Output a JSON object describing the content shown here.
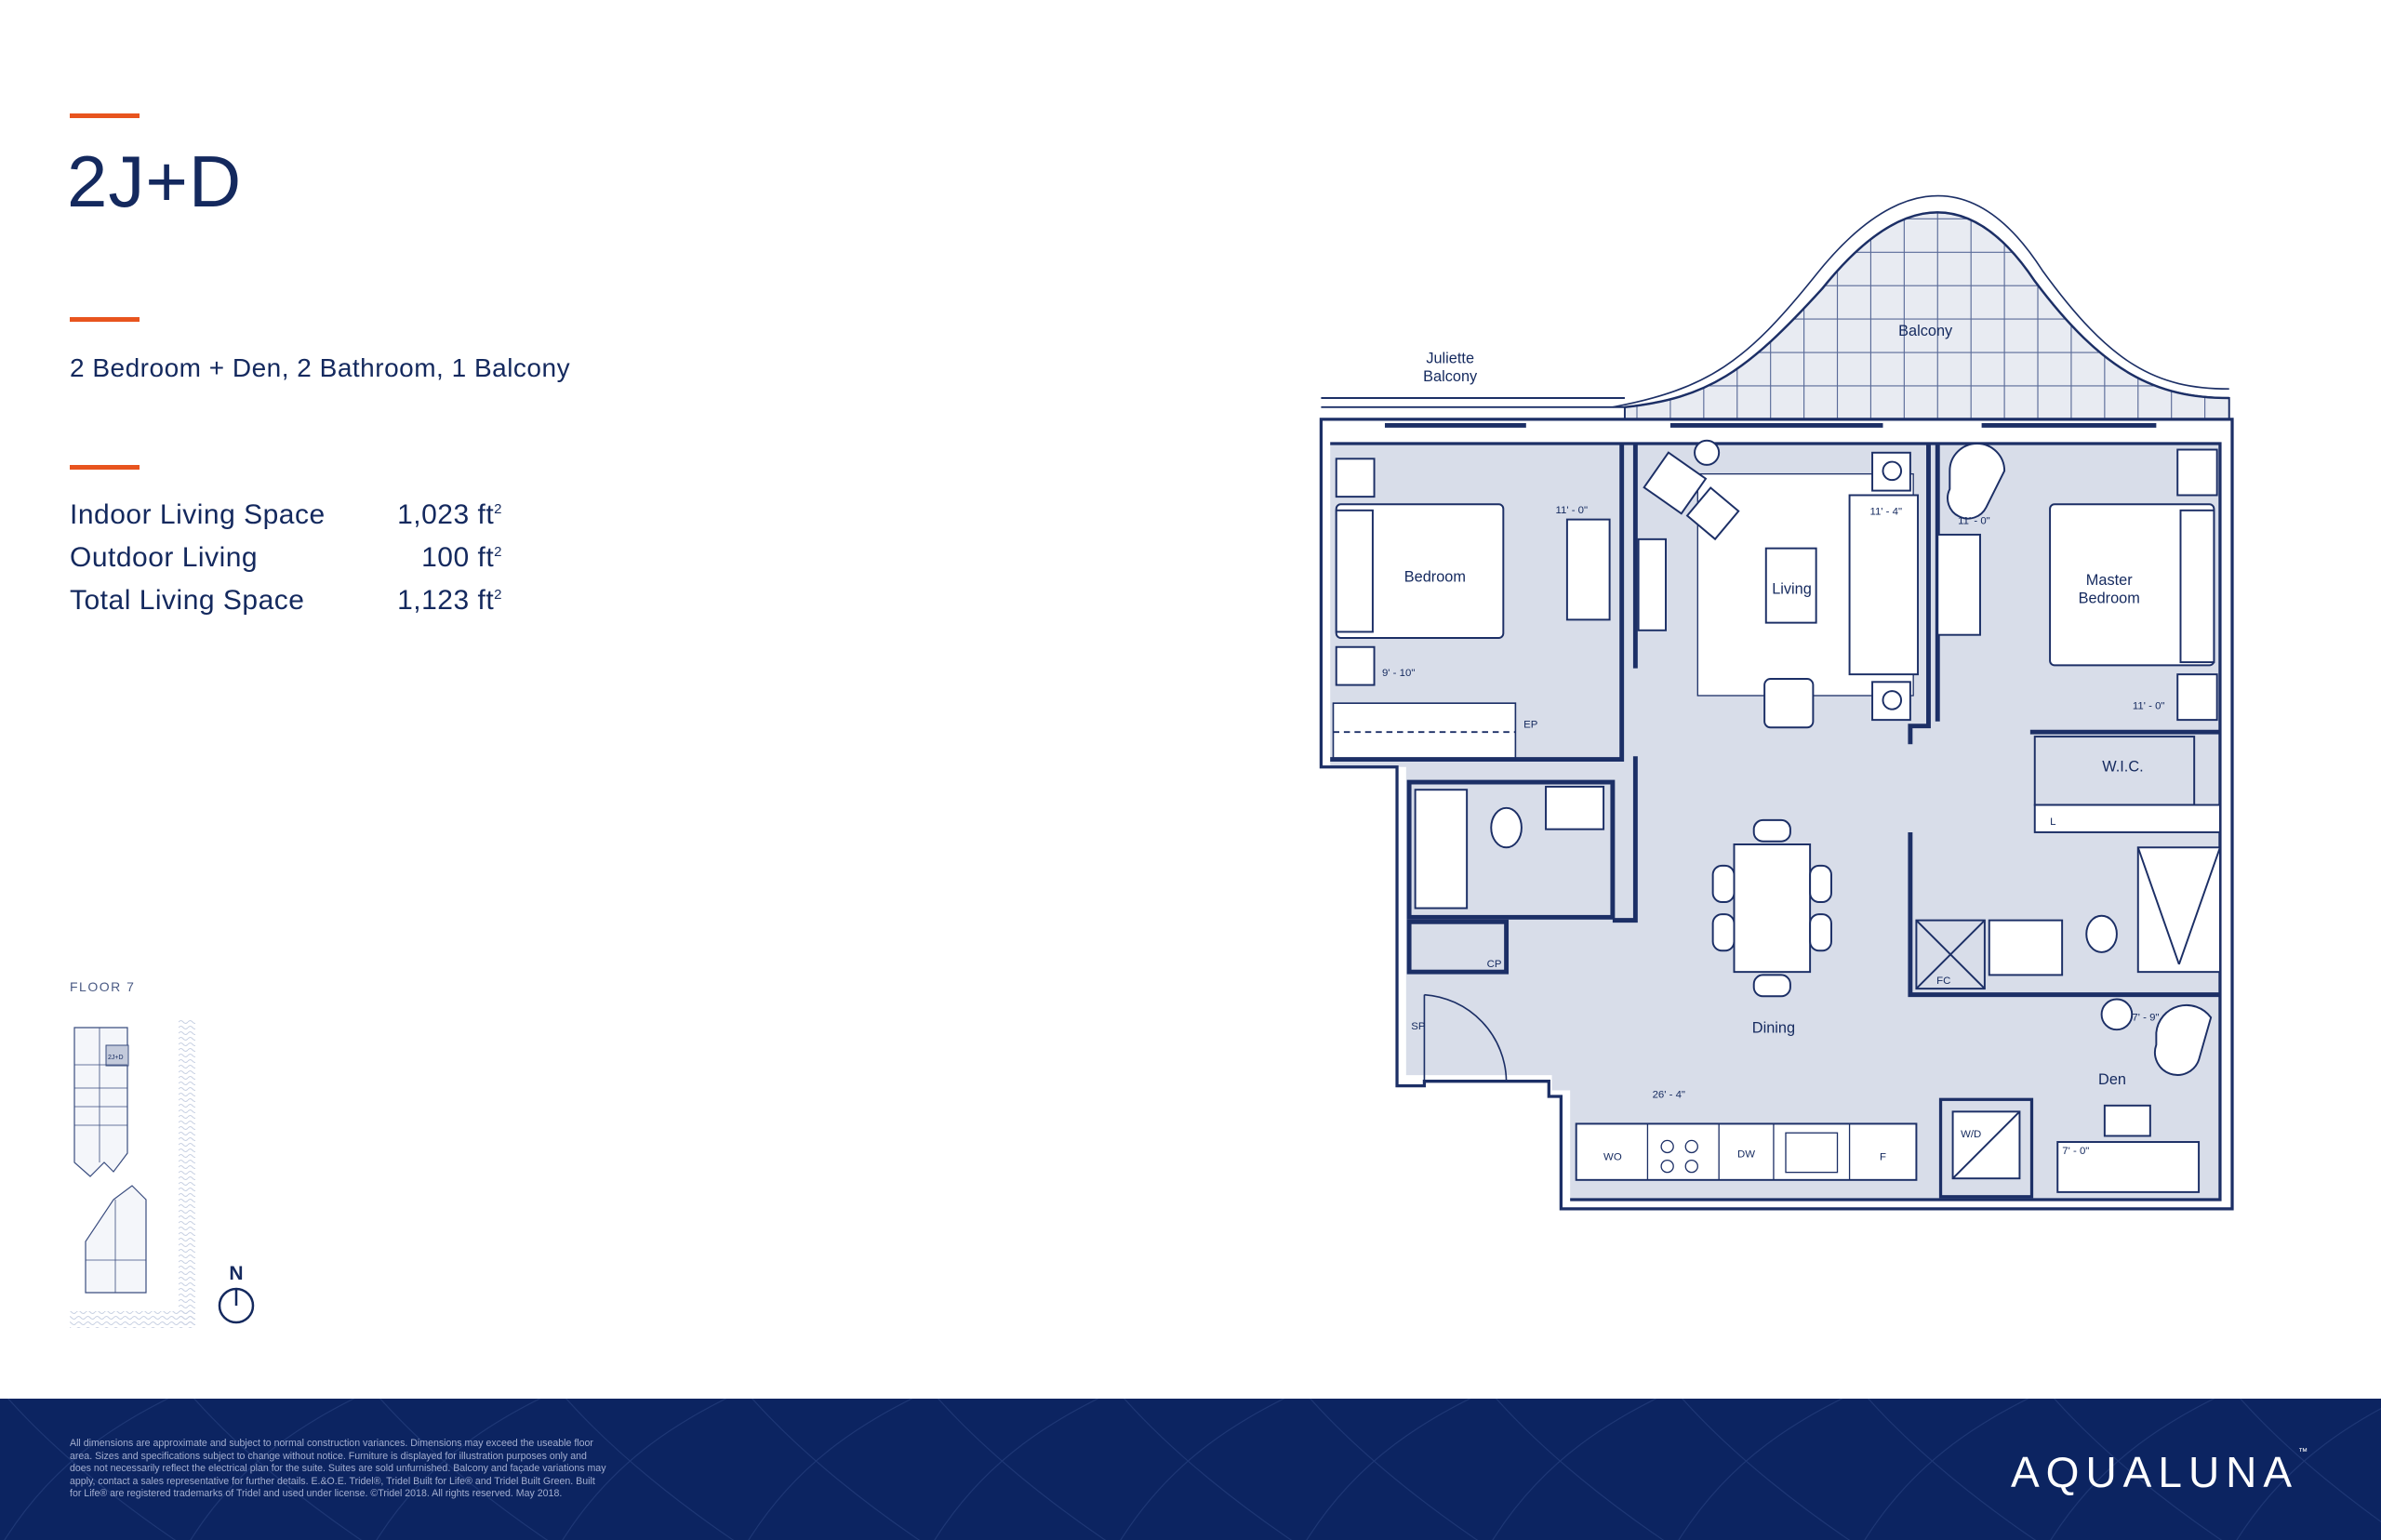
{
  "unit": {
    "title": "2J+D",
    "subtitle": "2 Bedroom + Den, 2 Bathroom, 1 Balcony",
    "stats": [
      {
        "label": "Indoor Living Space",
        "value": "1,023 ft",
        "unit_sup": "2"
      },
      {
        "label": "Outdoor Living",
        "value": "100 ft",
        "unit_sup": "2"
      },
      {
        "label": "Total Living Space",
        "value": "1,123 ft",
        "unit_sup": "2"
      }
    ]
  },
  "keyplan": {
    "floor_label": "FLOOR 7",
    "highlight_label": "2J+D",
    "north_label": "N"
  },
  "plan": {
    "juliette_1": "Juliette",
    "juliette_2": "Balcony",
    "balcony": "Balcony",
    "bedroom": "Bedroom",
    "living": "Living",
    "master_1": "Master",
    "master_2": "Bedroom",
    "wic": "W.I.C.",
    "l": "L",
    "dining": "Dining",
    "den": "Den",
    "fc": "FC",
    "ep": "EP",
    "cp": "CP",
    "sp": "SP",
    "wo": "WO",
    "dw": "DW",
    "f": "F",
    "wd": "W/D",
    "dims": {
      "bedroom_w": "11' - 0\"",
      "bedroom_d": "9' - 10\"",
      "living_w": "11' - 4\"",
      "master_w": "11' - 0\"",
      "master_d": "11' - 0\"",
      "dining_d": "26' - 4\"",
      "den_d": "7' - 9\"",
      "den_w": "7' - 0\""
    }
  },
  "footer": {
    "disclaimer": "All dimensions are approximate and subject to normal construction variances. Dimensions may exceed the useable floor area. Sizes and specifications subject to change without notice. Furniture is displayed for illustration purposes only and does not necessarily reflect the electrical plan for the suite. Suites are sold unfurnished. Balcony and façade variations may apply, contact a sales representative for further details. E.&O.E. Tridel®, Tridel Built for Life® and Tridel Built Green. Built for Life® are registered trademarks of Tridel and used under license. ©Tridel 2018. All rights reserved. May 2018.",
    "logo": "AQUALUNA",
    "logo_tm": "™"
  },
  "colors": {
    "accent": "#e8541e",
    "navy": "#0c2461",
    "text": "#14295e",
    "room_fill": "#d8dde9"
  }
}
